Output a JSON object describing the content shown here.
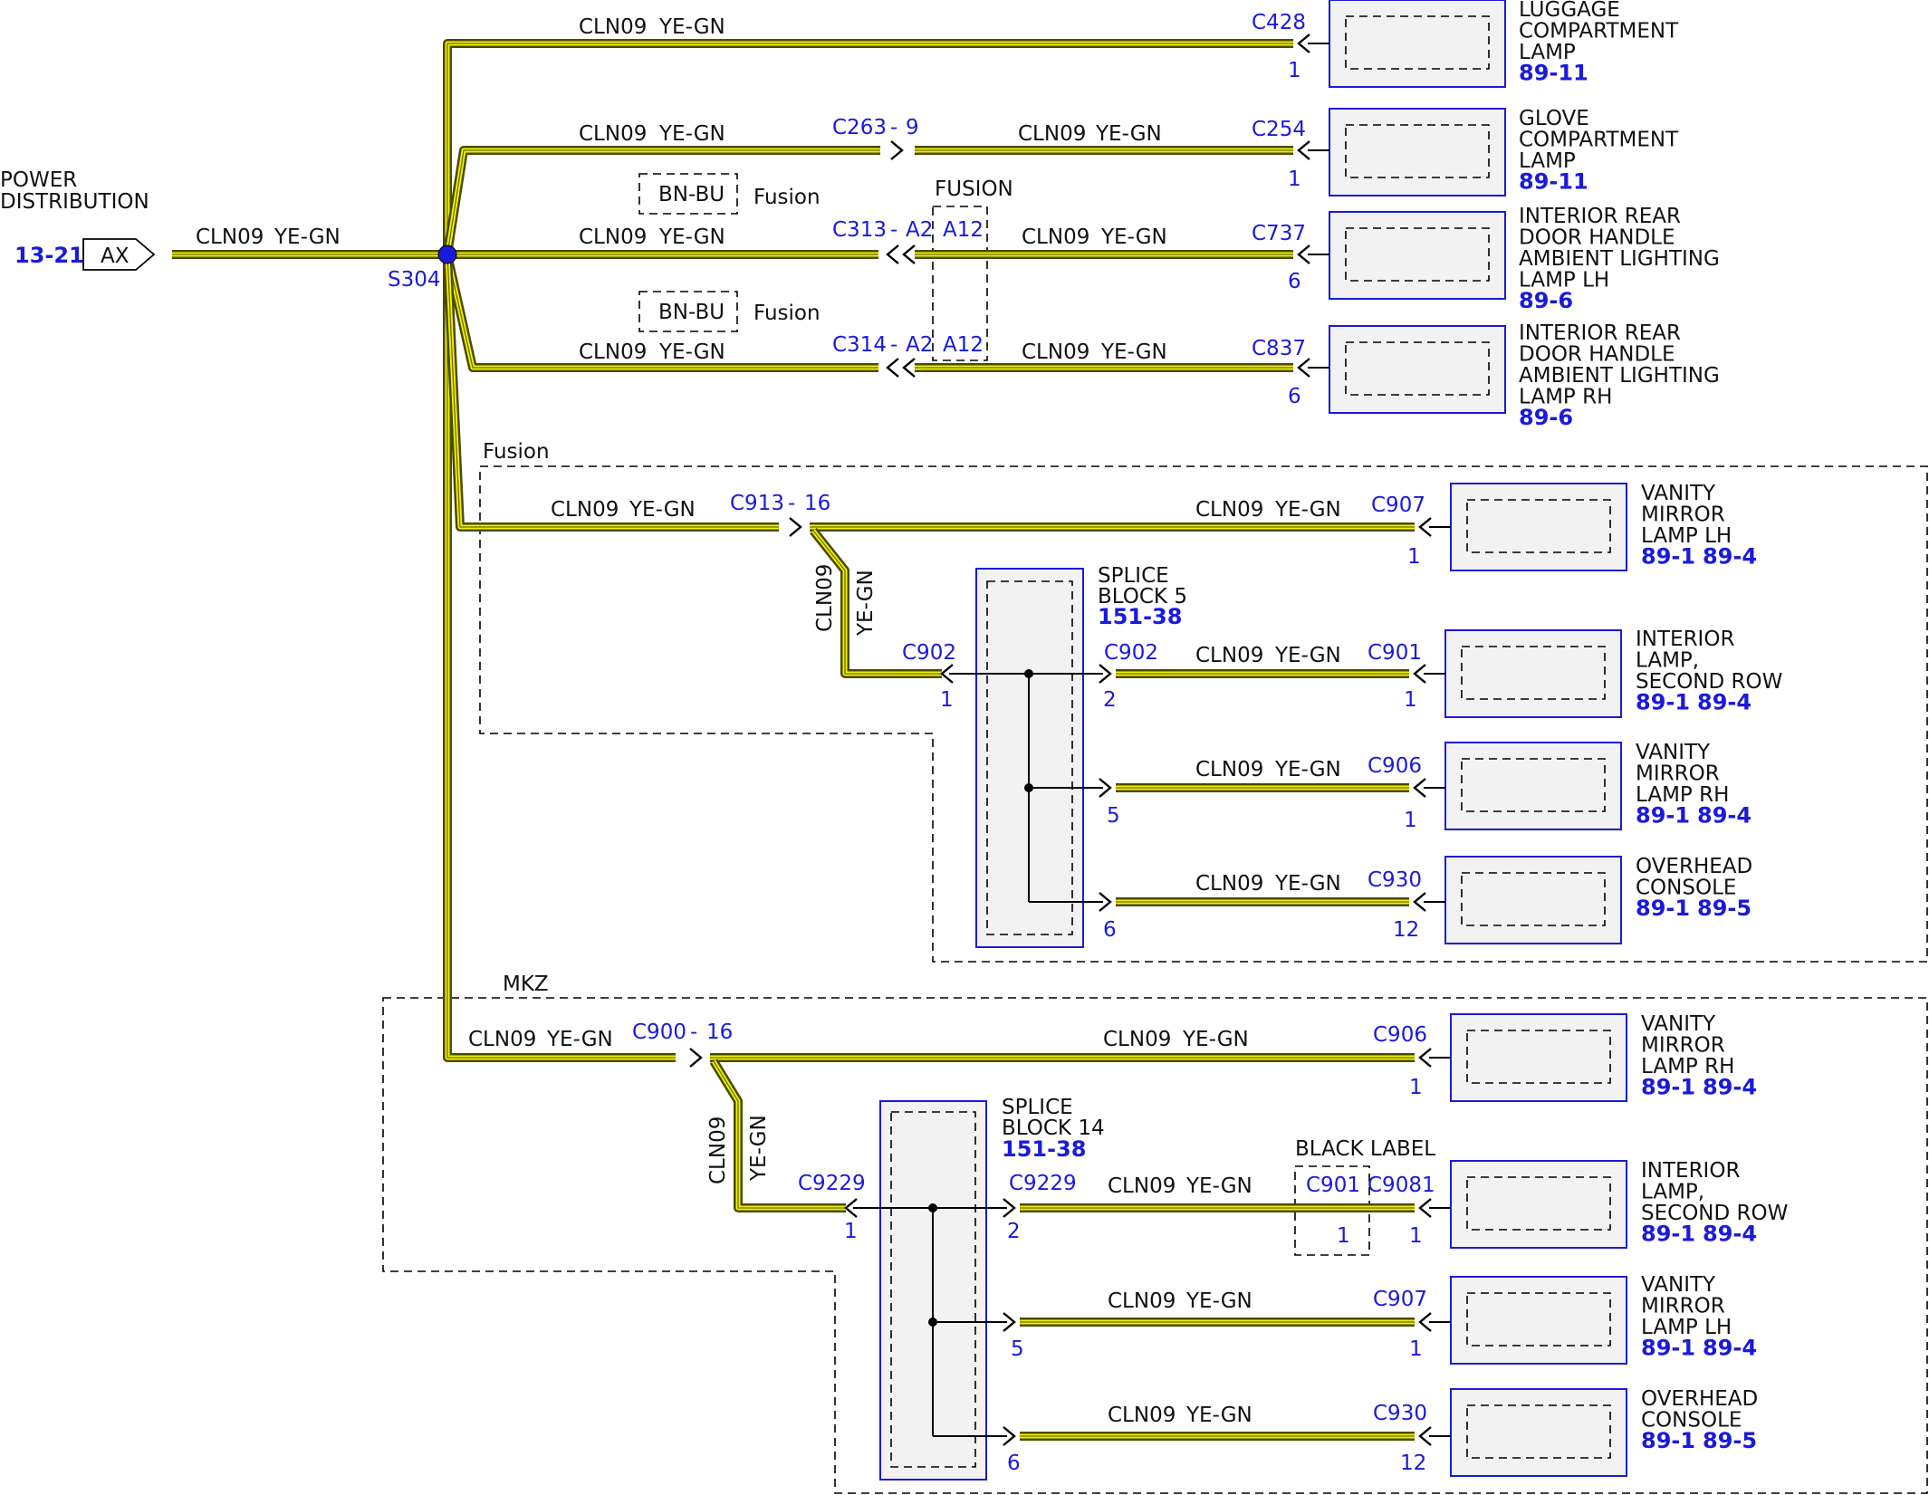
{
  "wire_label": {
    "circuit": "CLN09",
    "color": "YE-GN"
  },
  "source": {
    "title_line1": "POWER",
    "title_line2": "DISTRIBUTION",
    "page_ref": "13-21",
    "pin": "AX"
  },
  "splice": {
    "id": "S304"
  },
  "options": {
    "bnbu": "BN-BU",
    "fusion": "Fusion",
    "fusion_caps": "FUSION",
    "mkz": "MKZ",
    "black_label": "BLACK LABEL"
  },
  "connectors": {
    "c428": "C428",
    "c263": "C263",
    "c263_pin": "9",
    "c254": "C254",
    "c313": "C313",
    "c314": "C314",
    "pin_a2": "A2",
    "pin_a12": "A12",
    "c737": "C737",
    "c837": "C837",
    "c913": "C913",
    "c913_pin": "16",
    "c907": "C907",
    "c902": "C902",
    "c901": "C901",
    "c906": "C906",
    "c930": "C930",
    "c900": "C900",
    "c900_pin": "16",
    "c9229": "C9229",
    "c9081": "C9081",
    "dash": "-"
  },
  "pins": {
    "p1": "1",
    "p2": "2",
    "p5": "5",
    "p6": "6",
    "p12": "12"
  },
  "splice_blocks": {
    "block5": {
      "line1": "SPLICE",
      "line2": "BLOCK 5",
      "ref": "151-38"
    },
    "block14": {
      "line1": "SPLICE",
      "line2": "BLOCK 14",
      "ref": "151-38"
    }
  },
  "components": {
    "luggage": {
      "lines": [
        "LUGGAGE",
        "COMPARTMENT",
        "LAMP"
      ],
      "refs": [
        "89-11"
      ]
    },
    "glove": {
      "lines": [
        "GLOVE",
        "COMPARTMENT",
        "LAMP"
      ],
      "refs": [
        "89-11"
      ]
    },
    "rear_lh": {
      "lines": [
        "INTERIOR REAR",
        "DOOR HANDLE",
        "AMBIENT LIGHTING",
        "LAMP LH"
      ],
      "refs": [
        "89-6"
      ]
    },
    "rear_rh": {
      "lines": [
        "INTERIOR REAR",
        "DOOR HANDLE",
        "AMBIENT LIGHTING",
        "LAMP RH"
      ],
      "refs": [
        "89-6"
      ]
    },
    "vanity_lh_f": {
      "lines": [
        "VANITY",
        "MIRROR",
        "LAMP LH"
      ],
      "refs": [
        "89-1",
        "89-4"
      ]
    },
    "interior_f": {
      "lines": [
        "INTERIOR",
        "LAMP,",
        "SECOND ROW"
      ],
      "refs": [
        "89-1",
        "89-4"
      ]
    },
    "vanity_rh_f": {
      "lines": [
        "VANITY",
        "MIRROR",
        "LAMP RH"
      ],
      "refs": [
        "89-1",
        "89-4"
      ]
    },
    "overhead_f": {
      "lines": [
        "OVERHEAD",
        "CONSOLE"
      ],
      "refs": [
        "89-1",
        "89-5"
      ]
    },
    "vanity_rh_m": {
      "lines": [
        "VANITY",
        "MIRROR",
        "LAMP RH"
      ],
      "refs": [
        "89-1",
        "89-4"
      ]
    },
    "interior_m": {
      "lines": [
        "INTERIOR",
        "LAMP,",
        "SECOND ROW"
      ],
      "refs": [
        "89-1",
        "89-4"
      ]
    },
    "vanity_lh_m": {
      "lines": [
        "VANITY",
        "MIRROR",
        "LAMP LH"
      ],
      "refs": [
        "89-1",
        "89-4"
      ]
    },
    "overhead_m": {
      "lines": [
        "OVERHEAD",
        "CONSOLE"
      ],
      "refs": [
        "89-1",
        "89-5"
      ]
    }
  }
}
